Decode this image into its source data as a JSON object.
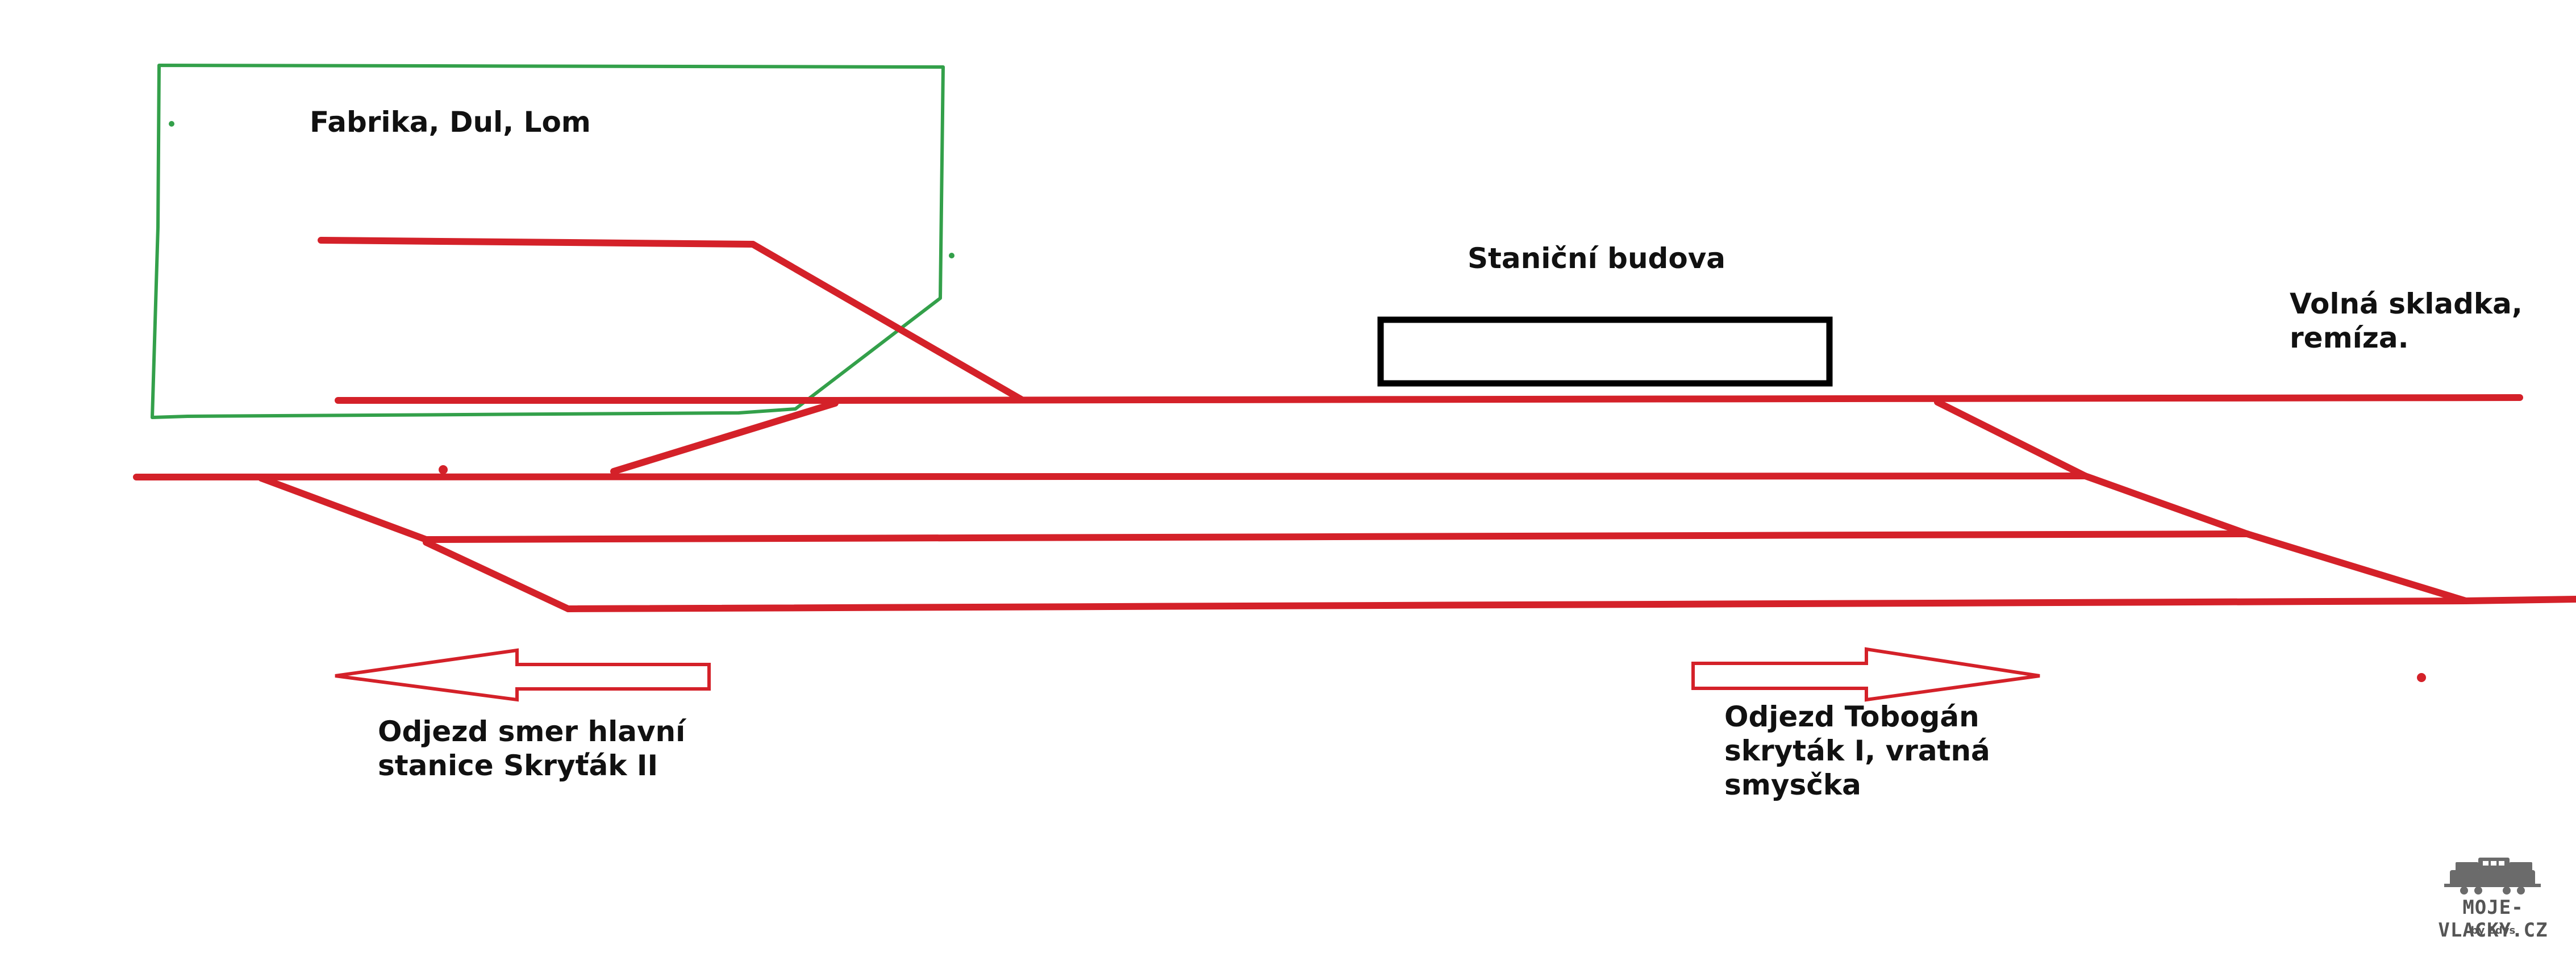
{
  "labels": {
    "fabrika": "Fabrika, Dul, Lom",
    "stanicni_budova": "Staniční budova",
    "volna_skladka": "Volná skladka,\nremíza.",
    "odjezd_hlavni": "Odjezd smer hlavní\nstanice Skryťák II",
    "odjezd_tobogan": "Odjezd Tobogán\nskryták I, vratná\nsmysčka"
  },
  "watermark": {
    "text": "MOJE-VLACKY.CZ",
    "byline": "by Edys"
  },
  "colors": {
    "track": "#d42129",
    "factory_outline": "#33a04a",
    "building_outline": "#000000",
    "watermark": "#555555"
  },
  "icons": {
    "watermark_logo": "locomotive-icon",
    "left_arrow": "arrow-left-icon",
    "right_arrow": "arrow-right-icon"
  }
}
